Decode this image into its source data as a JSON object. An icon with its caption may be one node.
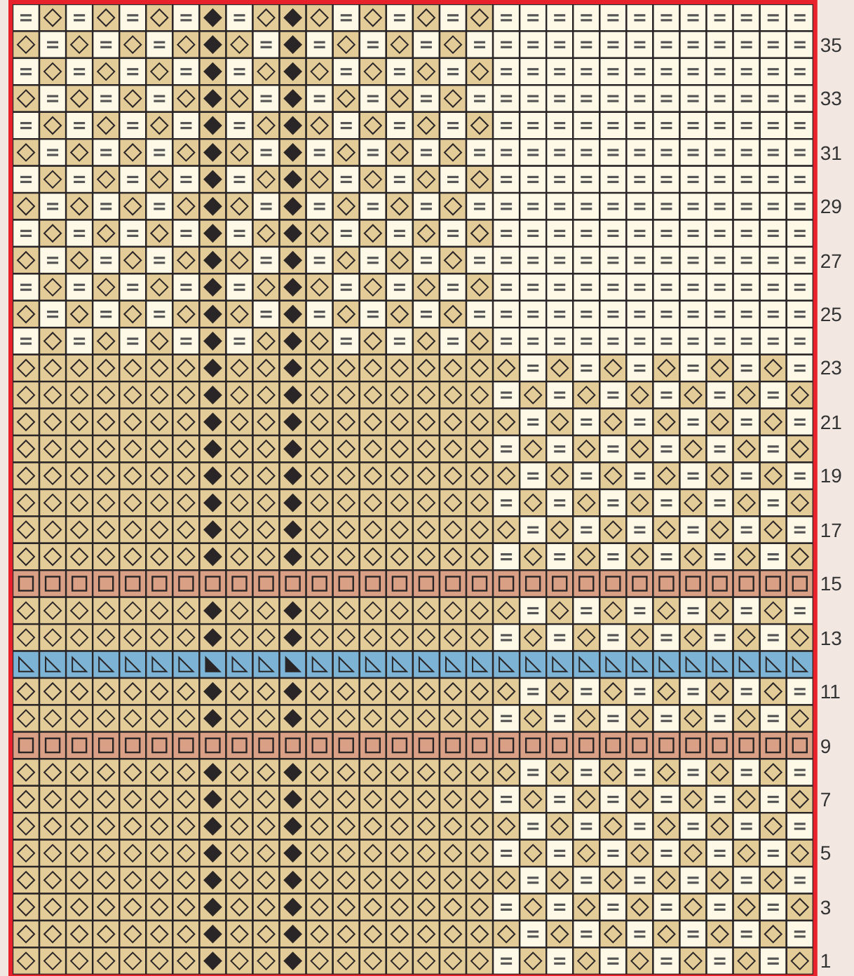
{
  "diagram": {
    "labels": [
      "35",
      "33",
      "31",
      "29",
      "27",
      "25",
      "23",
      "21",
      "19",
      "17",
      "15",
      "13",
      "11",
      "9",
      "7",
      "5",
      "3",
      "1"
    ]
  }
}
